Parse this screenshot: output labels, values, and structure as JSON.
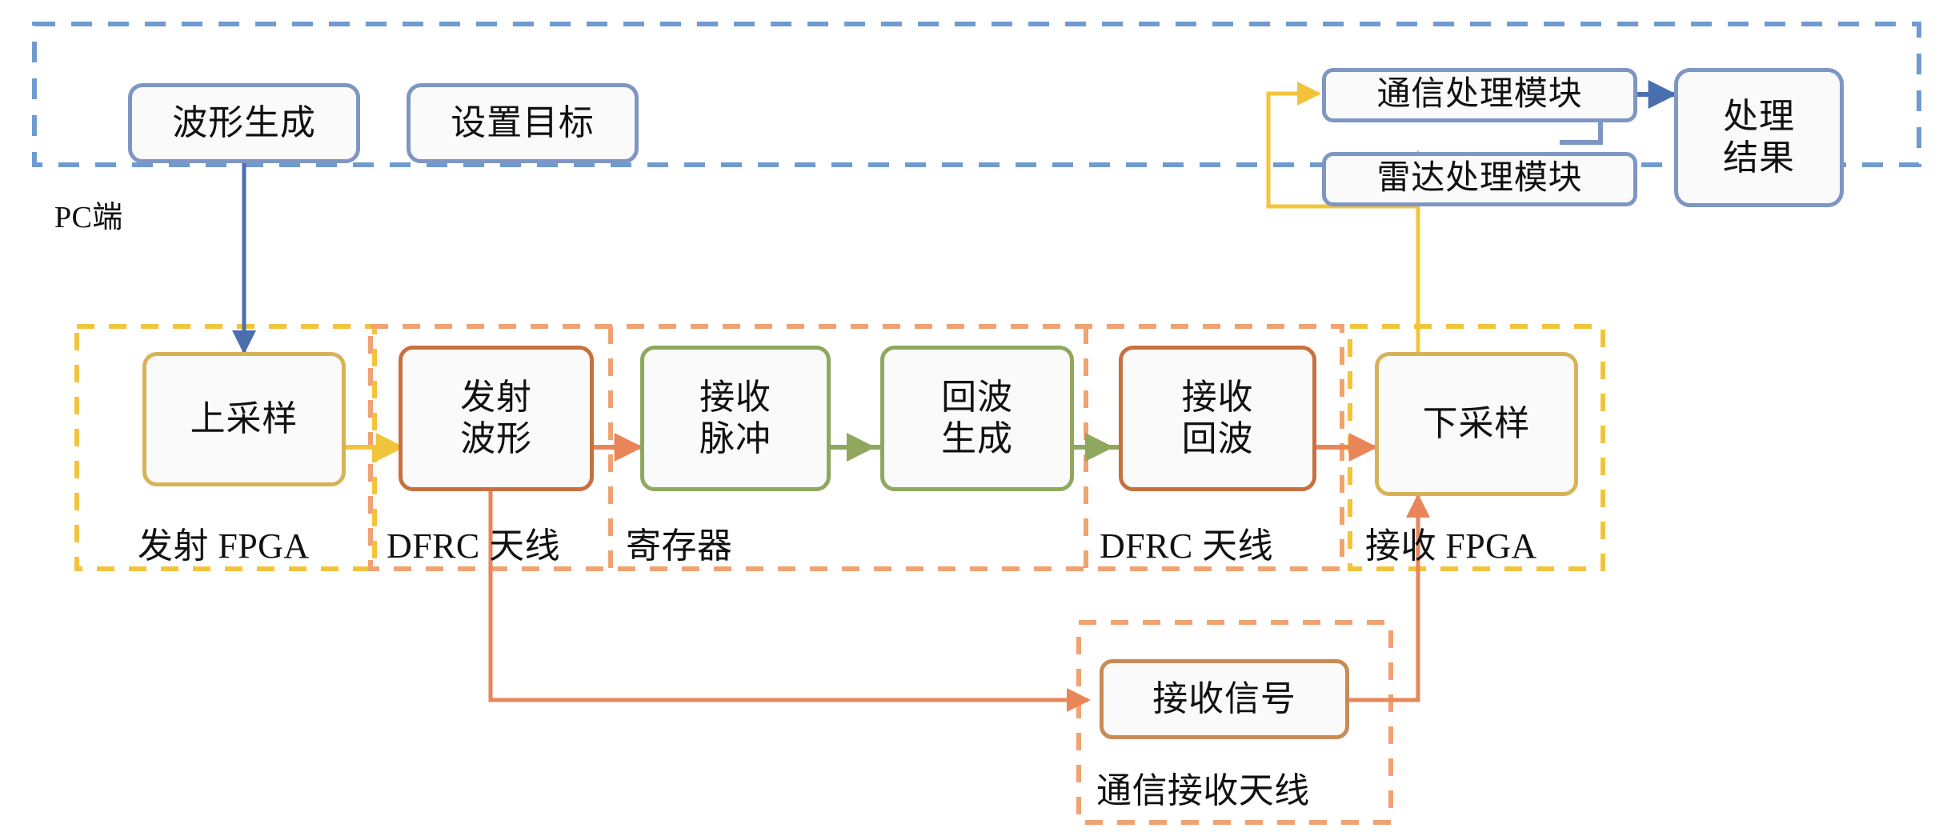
{
  "diagram": {
    "title_present": false,
    "palette": {
      "pc_dashed": "#6E9BD1",
      "fpga_dashed": "#F2C43C",
      "dfrc_dashed": "#F0A271",
      "comm_rx_dashed": "#F0A271",
      "node_blue": "#7E96C4",
      "node_gold": "#D7B358",
      "node_orange": "#C9703F",
      "node_green": "#8FA85E",
      "node_brown": "#C98A55",
      "arrow_blue": "#4A6FAF",
      "arrow_gold": "#F2C43C",
      "arrow_orange": "#E8865A",
      "arrow_green": "#8FA85E",
      "node_fill": "#FAFAFA"
    },
    "regions": [
      {
        "id": "pc",
        "label": "PC端"
      },
      {
        "id": "tx-fpga",
        "label": "发射 FPGA"
      },
      {
        "id": "dfrc-antenna-tx",
        "label": "DFRC 天线"
      },
      {
        "id": "register",
        "label": "寄存器"
      },
      {
        "id": "dfrc-antenna-rx",
        "label": "DFRC 天线"
      },
      {
        "id": "rx-fpga",
        "label": "接收 FPGA"
      },
      {
        "id": "comm-rx-antenna",
        "label": "通信接收天线"
      }
    ],
    "nodes": [
      {
        "id": "waveform-generation",
        "label": "波形生成",
        "color": "blue"
      },
      {
        "id": "set-target",
        "label": "设置目标",
        "color": "blue"
      },
      {
        "id": "comm-processing-module",
        "label": "通信处理模块",
        "color": "blue"
      },
      {
        "id": "radar-processing-module",
        "label": "雷达处理模块",
        "color": "blue"
      },
      {
        "id": "processing-result",
        "label": "处理\n结果",
        "color": "blue"
      },
      {
        "id": "upsample",
        "label": "上采样",
        "color": "gold"
      },
      {
        "id": "transmit-waveform",
        "label": "发射\n波形",
        "color": "orange"
      },
      {
        "id": "receive-pulse",
        "label": "接收\n脉冲",
        "color": "green"
      },
      {
        "id": "echo-generation",
        "label": "回波\n生成",
        "color": "green"
      },
      {
        "id": "receive-echo",
        "label": "接收\n回波",
        "color": "orange"
      },
      {
        "id": "downsample",
        "label": "下采样",
        "color": "gold"
      },
      {
        "id": "receive-signal",
        "label": "接收信号",
        "color": "brown"
      }
    ],
    "edges": [
      {
        "from": "waveform-generation",
        "to": "upsample",
        "color": "#4A6FAF"
      },
      {
        "from": "upsample",
        "to": "transmit-waveform",
        "color": "#F2C43C"
      },
      {
        "from": "transmit-waveform",
        "to": "receive-pulse",
        "color": "#E8865A"
      },
      {
        "from": "receive-pulse",
        "to": "echo-generation",
        "color": "#8FA85E"
      },
      {
        "from": "echo-generation",
        "to": "receive-echo",
        "color": "#8FA85E"
      },
      {
        "from": "receive-echo",
        "to": "downsample",
        "color": "#E8865A"
      },
      {
        "from": "transmit-waveform",
        "to": "receive-signal",
        "color": "#E8865A"
      },
      {
        "from": "receive-signal",
        "to": "downsample",
        "color": "#E8865A"
      },
      {
        "from": "downsample",
        "to": "comm-processing-module",
        "color": "#F2C43C"
      },
      {
        "from": "downsample",
        "to": "radar-processing-module",
        "color": "#F2C43C"
      },
      {
        "from": "comm-processing-module",
        "to": "processing-result",
        "color": "#7E96C4"
      },
      {
        "from": "radar-processing-module",
        "to": "processing-result",
        "color": "#7E96C4"
      }
    ]
  }
}
